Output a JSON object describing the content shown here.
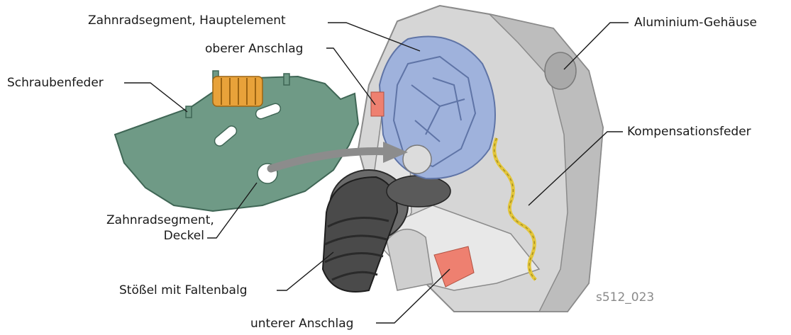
{
  "labels": {
    "zahnradsegment_hauptelement": "Zahnradsegment, Hauptelement",
    "oberer_anschlag": "oberer Anschlag",
    "schraubenfeder": "Schraubenfeder",
    "zahnradsegment_deckel_line1": "Zahnradsegment,",
    "zahnradsegment_deckel_line2": "Deckel",
    "stoessel": "Stößel mit Faltenbalg",
    "unterer_anschlag": "unterer Anschlag",
    "aluminium_gehaeuse": "Aluminium-Gehäuse",
    "kompensationsfeder": "Kompensationsfeder"
  },
  "figure_id": "s512_023",
  "colors": {
    "housing": "#cfcfcf",
    "housing_dark": "#9a9a9a",
    "gear_main": "#9fb2dc",
    "cover_green": "#6f9a86",
    "spring_orange": "#e8a23a",
    "stop_red": "#ee8070",
    "bellows": "#4a4a4a",
    "comp_spring": "#e3c63a",
    "arrow": "#8c8c8c",
    "leader": "#1a1a1a"
  }
}
